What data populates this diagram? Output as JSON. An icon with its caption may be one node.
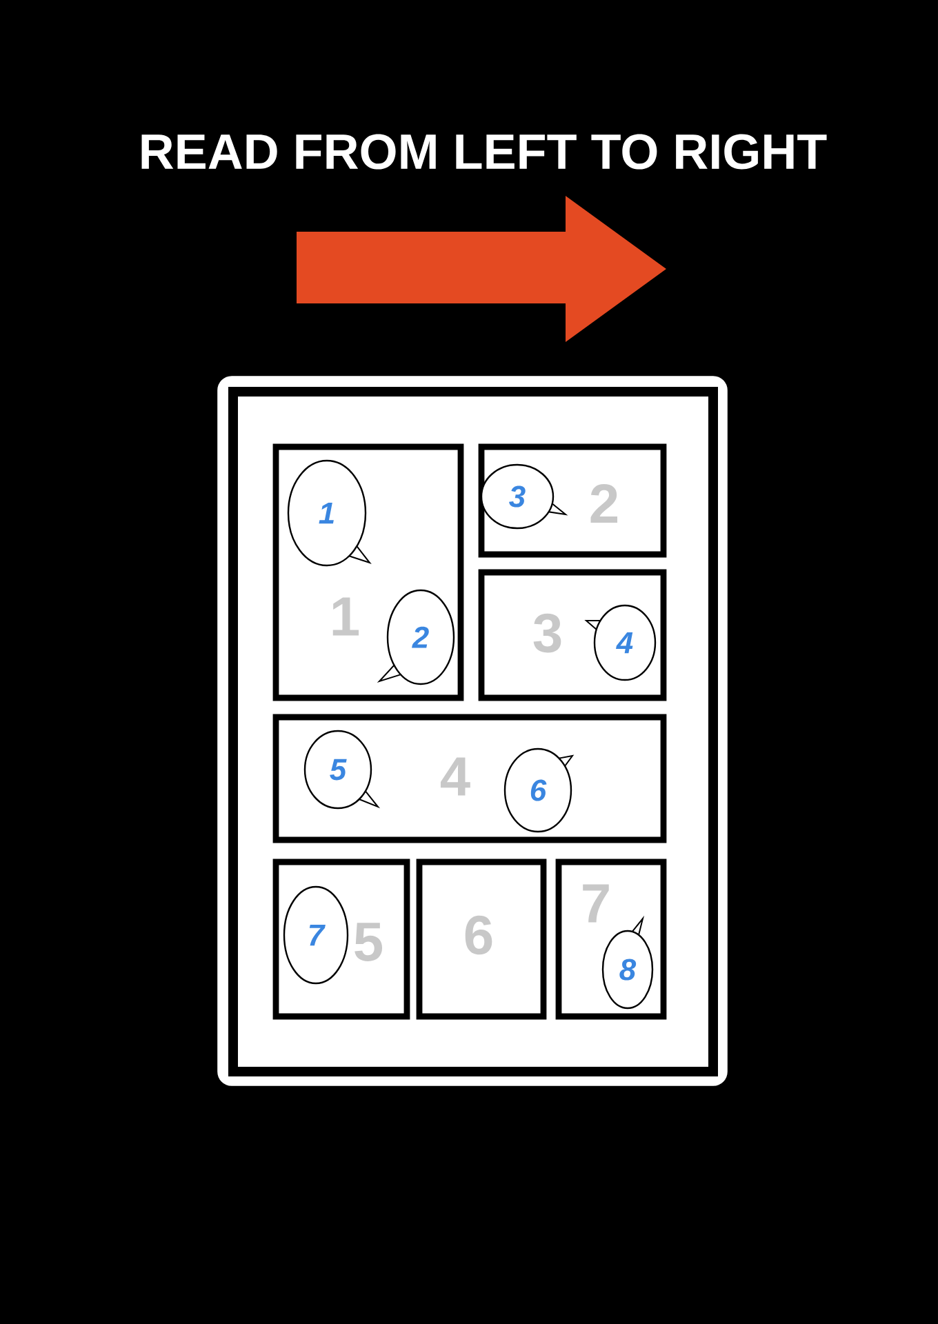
{
  "diagram": {
    "title": "READ FROM LEFT TO RIGHT",
    "nodes": [
      {
        "text": [],
        "shape": "box"
      },
      {
        "text": [
          "1"
        ],
        "in": 0
      },
      {
        "text": [
          "1"
        ],
        "in": 1
      },
      {
        "text": [
          "2"
        ],
        "in": 1
      },
      {
        "text": [
          "2"
        ],
        "in": 0
      },
      {
        "text": [
          "3"
        ],
        "in": 4
      },
      {
        "text": [
          "3"
        ],
        "in": 0
      },
      {
        "text": [
          "4"
        ],
        "in": 6
      },
      {
        "text": [
          "4"
        ],
        "in": 0
      },
      {
        "text": [
          "5"
        ],
        "in": 8
      },
      {
        "text": [
          "6"
        ],
        "in": 8
      },
      {
        "text": [
          "5"
        ],
        "in": 0
      },
      {
        "text": [
          "7"
        ],
        "in": 11
      },
      {
        "text": [
          "6"
        ],
        "in": 0
      },
      {
        "text": [
          "7"
        ],
        "in": 0
      },
      {
        "text": [
          "8"
        ],
        "in": 14
      }
    ]
  }
}
